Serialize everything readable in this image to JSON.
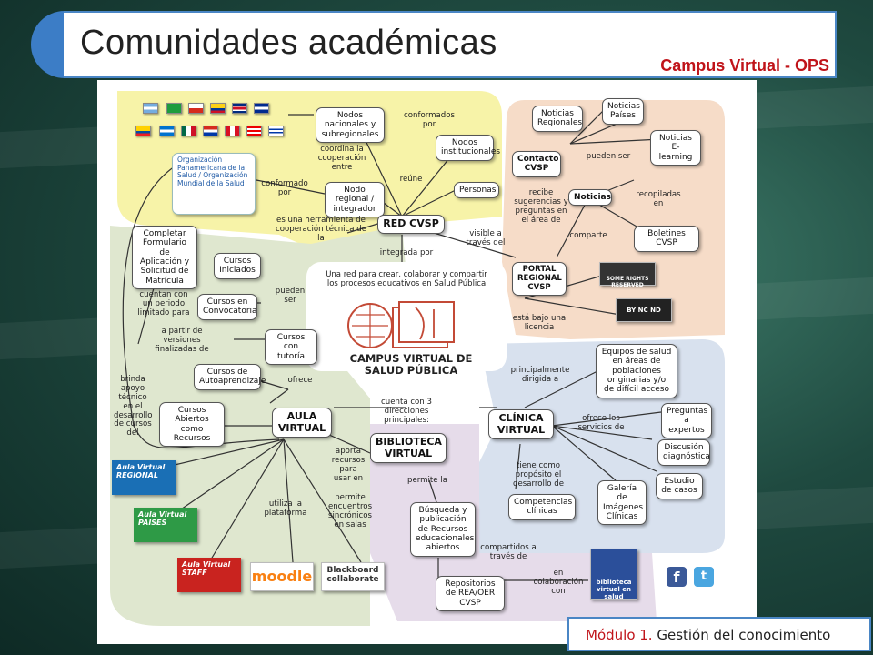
{
  "header": {
    "title": "Comunidades académicas",
    "subtitle": "Campus Virtual - OPS"
  },
  "footer": {
    "module": "Módulo 1.",
    "topic": " Gestión del conocimiento"
  },
  "colors": {
    "accent": "#3c7dc6",
    "brand_red": "#c0141a",
    "region_yellow": "#f7f3a8",
    "region_peach": "#f6dcc8",
    "region_green": "#dfe7cf",
    "region_blue": "#d8e1ee",
    "region_lavender": "#e6dcea"
  },
  "map": {
    "center_statement": "Una red para crear, colaborar y compartir los procesos educativos en Salud Pública",
    "center_title": "CAMPUS VIRTUAL DE SALUD PÚBLICA",
    "nodes": {
      "nodos_nacionales": "Nodos nacionales y subregionales",
      "nodos_institucionales": "Nodos institucionales",
      "nodo_regional": "Nodo regional / integrador",
      "personas": "Personas",
      "red_cvsp": "RED CVSP",
      "ops_oms": "Organización Panamericana de la Salud / Organización Mundial de la Salud",
      "noticias_regionales": "Noticias Regionales",
      "noticias_paises": "Noticias Países",
      "noticias_elearning": "Noticias E-learning",
      "contacto_cvsp": "Contacto CVSP",
      "noticias": "Noticias",
      "boletines": "Boletines CVSP",
      "portal": "PORTAL REGIONAL CVSP",
      "completar": "Completar Formulario de Aplicación y Solicitud de Matrícula",
      "cursos_iniciados": "Cursos Iniciados",
      "cursos_convocatoria": "Cursos en Convocatoria",
      "cursos_tutoria": "Cursos con tutoría",
      "cursos_auto": "Cursos de Autoaprendizaje",
      "cursos_abiertos": "Cursos Abiertos como Recursos",
      "aula": "AULA VIRTUAL",
      "biblioteca": "BIBLIOTECA VIRTUAL",
      "clinica": "CLÍNICA VIRTUAL",
      "equipos": "Equipos de salud en áreas de poblaciones originarias y/o de difícil acceso",
      "preguntas": "Preguntas a expertos",
      "discusion": "Discusión diagnóstica",
      "estudio": "Estudio de casos",
      "galeria": "Galería de Imágenes Clínicas",
      "competencias": "Competencias clínicas",
      "busqueda": "Búsqueda y publicación de Recursos educacionales abiertos",
      "repositorios": "Repositorios de REA/OER CVSP"
    },
    "links": {
      "conformados": "conformados por",
      "coordina": "coordina la cooperación entre",
      "reune": "reúne",
      "conformado": "conformado por",
      "herramienta": "es una herramienta de cooperación técnica de la",
      "integrada": "integrada por",
      "visible": "visible a través del",
      "pueden_ser": "pueden ser",
      "recibe": "recibe sugerencias y preguntas en el área de",
      "recopiladas": "recopiladas en",
      "comparte": "comparte",
      "licencia": "está bajo una licencia",
      "cuentan": "cuentan con un periodo limitado para",
      "pueden_ser2": "pueden ser",
      "partir": "a partir de versiones finalizadas de",
      "ofrece": "ofrece",
      "brinda": "brinda apoyo técnico en el desarrollo de cursos del",
      "cuenta_con": "cuenta con 3 direcciones principales:",
      "principalmente": "principalmente dirigida a",
      "ofrece_servicios": "ofrece los servicios de",
      "proposito": "tiene como propósito el desarrollo de",
      "aporta": "aporta recursos para usar en",
      "utiliza": "utiliza la plataforma",
      "permite_encuentros": "permite encuentros sincrónicos en salas",
      "permite_la": "permite la",
      "compartidos": "compartidos a través de",
      "colaboracion": "en colaboración con"
    },
    "badges": {
      "av_regional": "Aula Virtual REGIONAL",
      "av_paises": "Aula Virtual PAISES",
      "av_staff": "Aula Virtual STAFF",
      "moodle": "moodle",
      "blackboard": "Blackboard collaborate",
      "bvs": "biblioteca virtual en salud",
      "cc_reserved": "SOME RIGHTS RESERVED",
      "cc_nc": "BY NC ND"
    }
  }
}
